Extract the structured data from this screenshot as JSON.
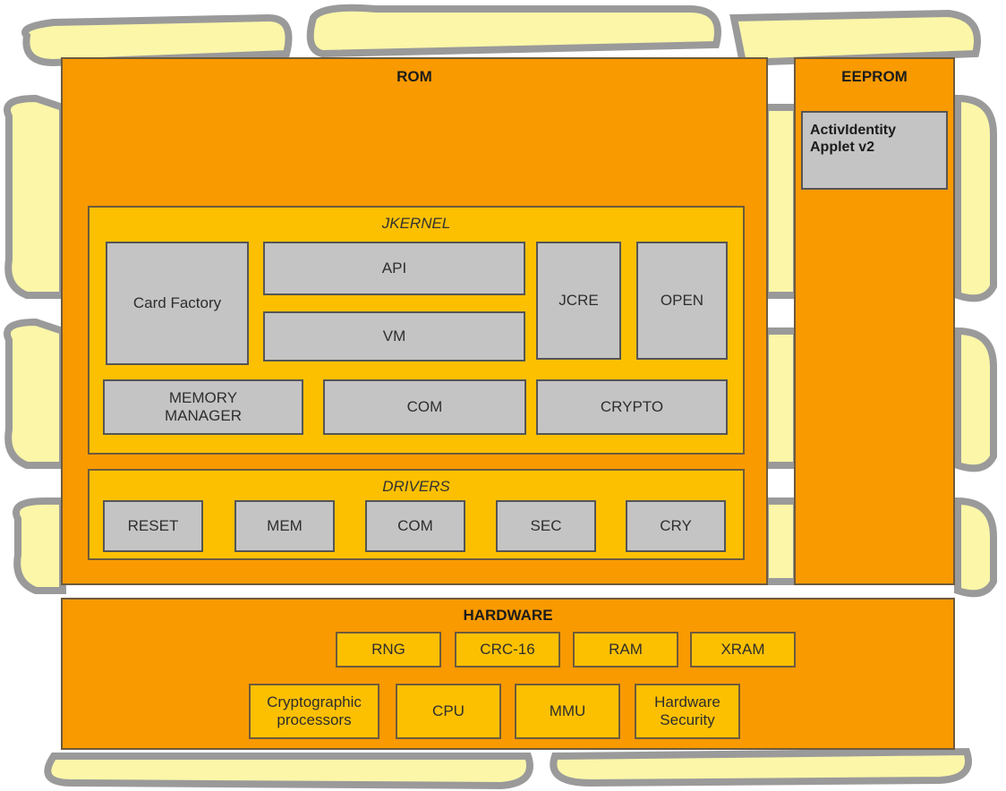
{
  "rom": {
    "title": "ROM",
    "jkernel": {
      "title": "JKERNEL",
      "card_factory": "Card Factory",
      "api": "API",
      "vm": "VM",
      "jcre": "JCRE",
      "open": "OPEN",
      "memory_manager": "MEMORY\nMANAGER",
      "com": "COM",
      "crypto": "CRYPTO"
    },
    "drivers": {
      "title": "DRIVERS",
      "items": [
        "RESET",
        "MEM",
        "COM",
        "SEC",
        "CRY"
      ]
    }
  },
  "eeprom": {
    "title": "EEPROM",
    "applet": "ActivIdentity\nApplet v2"
  },
  "hardware": {
    "title": "HARDWARE",
    "row1": [
      "RNG",
      "CRC-16",
      "RAM",
      "XRAM"
    ],
    "row2": [
      "Cryptographic\nprocessors",
      "CPU",
      "MMU",
      "Hardware\nSecurity"
    ]
  },
  "colors": {
    "orange": "#f99a00",
    "yellow": "#fdc000",
    "gray": "#c4c4c4",
    "background_shape": "#fbf6a8"
  }
}
